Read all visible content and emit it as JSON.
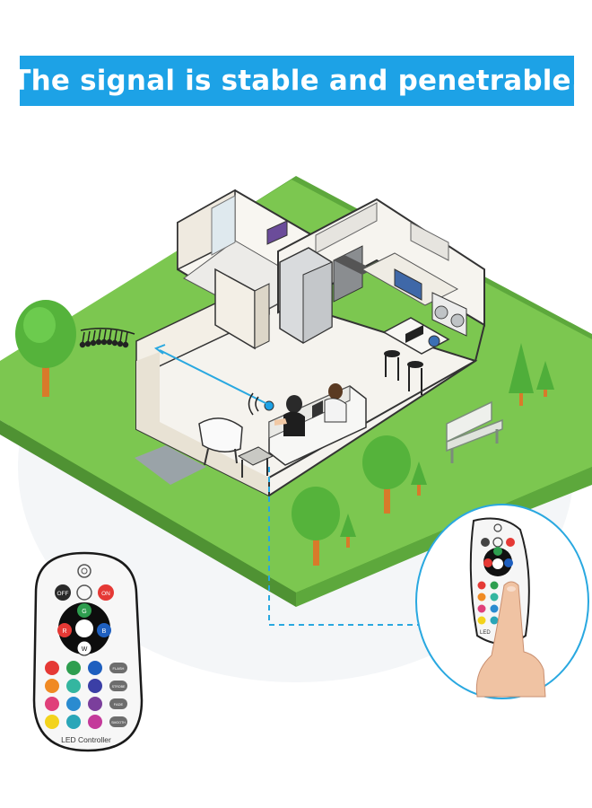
{
  "banner": {
    "title": "The signal is stable and penetrable."
  },
  "remote": {
    "brand_label": "LED Controller",
    "off_label": "OFF",
    "on_label": "ON",
    "r_label": "R",
    "g_label": "G",
    "b_label": "B",
    "w_label": "W",
    "mode_labels": [
      "FLASH",
      "STROBE",
      "FADE",
      "SMOOTH"
    ]
  },
  "inset": {
    "remote_label": "LED"
  },
  "colors": {
    "banner": "#1da2e6",
    "grass": "#7cc750",
    "signal": "#29a8e0",
    "red": "#e53935",
    "green": "#2e9e4f",
    "blue": "#1e5fbf",
    "yellow": "#f3d31c"
  }
}
